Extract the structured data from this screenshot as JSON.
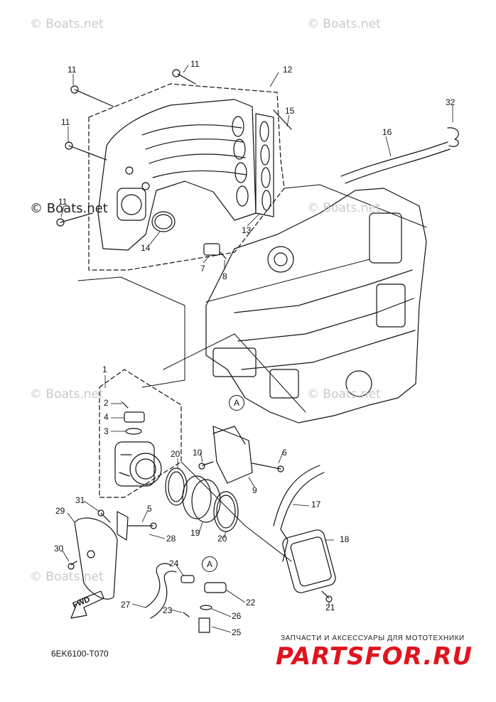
{
  "watermarks": [
    "© Boats.net",
    "© Boats.net",
    "© Boats.net",
    "© Boats.net",
    "© Boats.net",
    "© Boats.net",
    "© Boats.net"
  ],
  "diagram_code": "6EK6100-T070",
  "fwd_label": "FWD",
  "connector_label": "A",
  "brand": {
    "tagline": "ЗАПЧАСТИ И АКСЕССУАРЫ ДЛЯ МОТОТЕХНИКИ",
    "logo": "PARTSFOR.RU"
  },
  "callouts": [
    "11",
    "11",
    "12",
    "15",
    "32",
    "11",
    "16",
    "11",
    "13",
    "14",
    "7",
    "8",
    "1",
    "2",
    "4",
    "3",
    "20",
    "10",
    "6",
    "9",
    "17",
    "31",
    "29",
    "5",
    "28",
    "19",
    "20",
    "18",
    "30",
    "24",
    "21",
    "27",
    "22",
    "23",
    "26",
    "25"
  ]
}
